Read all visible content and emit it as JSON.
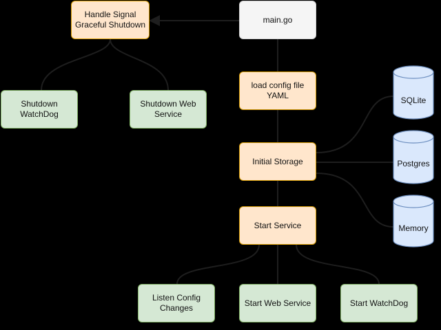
{
  "nodes": {
    "main": "main.go",
    "load_config": "load config file\nYAML",
    "initial_storage": "Initial Storage",
    "start_service": "Start Service",
    "handle_signal": "Handle Signal\nGraceful Shutdown",
    "shutdown_watchdog": "Shutdown WatchDog",
    "shutdown_web": "Shutdown Web\nService",
    "listen_config": "Listen Config\nChanges",
    "start_web": "Start Web Service",
    "start_watchdog": "Start WatchDog"
  },
  "databases": {
    "sqlite": "SQLite",
    "postgres": "Postgres",
    "memory": "Memory"
  },
  "colors": {
    "process_fill": "#FFE6CC",
    "process_stroke": "#D79B00",
    "task_fill": "#D5E8D4",
    "task_stroke": "#82B366",
    "database_fill": "#DAE8FC",
    "database_stroke": "#6C8EBF",
    "edge": "#1E1E1E"
  }
}
